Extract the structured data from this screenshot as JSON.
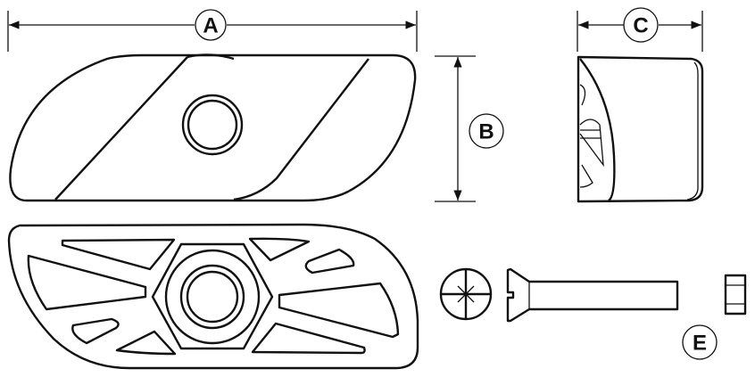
{
  "labels": {
    "a": "A",
    "b": "B",
    "c": "C",
    "e": "E"
  },
  "colors": {
    "line": "#111111",
    "background": "#ffffff"
  }
}
